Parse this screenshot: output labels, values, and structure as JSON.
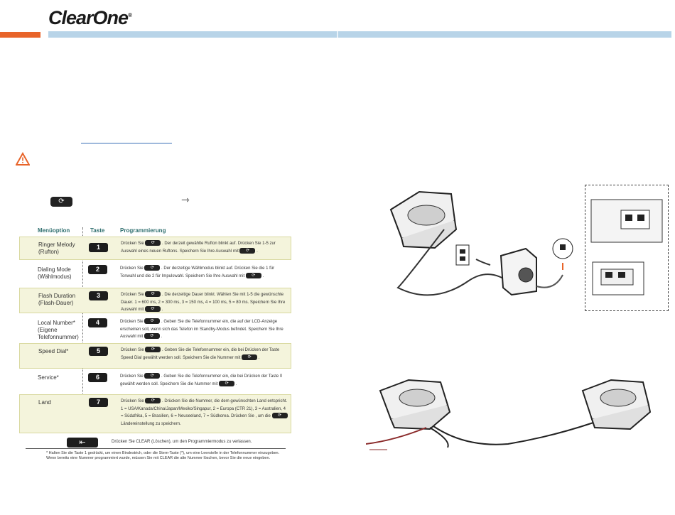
{
  "brand": {
    "logo": "ClearOne",
    "reg": "®",
    "accent": "#e8642a",
    "bar": "#b8d4e8"
  },
  "table": {
    "headers": {
      "option": "Menüoption",
      "key": "Taste",
      "programming": "Programmierung"
    },
    "rows": [
      {
        "option": "Ringer Melody\n(Rufton)",
        "key": "1",
        "shaded": true,
        "desc": [
          "Drücken Sie",
          ". Der derzeit gewählte Rufton blinkt auf.",
          "Drücken Sie 1-5 zur Auswahl eines neuen Ruftons. Speichern Sie",
          "Ihre Auswahl mit",
          "."
        ]
      },
      {
        "option": "Dialing Mode\n(Wählmodus)",
        "key": "2",
        "shaded": false,
        "desc": [
          "Drücken Sie",
          ". Der derzeitige Wählmodus blinkt auf. Drücken",
          "Sie die 1 für Tonwahl und die 2 für Impulswahl. Speichern Sie Ihre",
          "Auswahl mit",
          "."
        ]
      },
      {
        "option": "Flash Duration\n(Flash-Dauer)",
        "key": "3",
        "shaded": true,
        "desc": [
          "Drücken Sie",
          ". Die derzeitige Dauer blinkt. Wählen Sie mit",
          "1-5 die gewünschte Dauer. 1 = 600 ms, 2 = 300 ms, 3 = 150 ms,",
          "4 = 100 ms, 5 = 80 ms. Speichern Sie Ihre Auswahl mit",
          "."
        ]
      },
      {
        "option": "Local Number*\n(Eigene\nTelefonnummer)",
        "key": "4",
        "shaded": false,
        "desc": [
          "Drücken Sie",
          ". Geben Sie die Telefonnummer ein, die",
          "auf der LCD-Anzeige erscheinen soll, wenn sich das Telefon im",
          "Standby-Modus befindet. Speichern Sie Ihre Auswahl mit",
          "."
        ]
      },
      {
        "option": "Speed Dial*",
        "key": "5",
        "shaded": true,
        "desc": [
          "Drücken Sie",
          ". Geben Sie die Telefonnummer ein, die bei",
          "Drücken der Taste Speed Dial gewählt werden soll.",
          "Speichern Sie die Nummer mit",
          "."
        ]
      },
      {
        "option": "Service*",
        "key": "6",
        "shaded": false,
        "desc": [
          "Drücken Sie",
          ". Geben Sie die Telefonnummer ein, die bei",
          "Drücken der Taste 0 gewählt werden soll. Speichern Sie die",
          "Nummer mit",
          "."
        ]
      },
      {
        "option": "Land",
        "key": "7",
        "shaded": true,
        "desc": [
          "Drücken Sie",
          ". Drücken Sie die Nummer, die dem gewünschten",
          "Land entspricht. 1 = USA/Kanada/China/Japan/Mexiko/Singapur,",
          "2 = Europa (CTR 21), 3 = Australien, 4 = Südafrika, 5 = Brasilien,",
          "6 = Neuseeland, 7 = Südkorea. Drücken Sie",
          ", um die",
          "Ländereinstellung zu speichern."
        ]
      }
    ],
    "clear_text": "Drücken Sie CLEAR (Löschen), um den Programmiermodus zu verlassen.",
    "footnote": "* Halten Sie die Taste 1 gedrückt, um einen Bindestrich, oder die Stern-Taste (*), um eine Leerstelle in der Telefonnummer einzugeben. Wenn bereits eine Nummer programmiert wurde, müssen Sie mit CLEAR die alte Nummer löschen, bevor Sie die neue eingeben."
  },
  "icons": {
    "warning": "warning-icon",
    "menu_key": "menu-key-icon",
    "enter": "enter-arrow-icon",
    "clear": "clear-key-icon"
  }
}
